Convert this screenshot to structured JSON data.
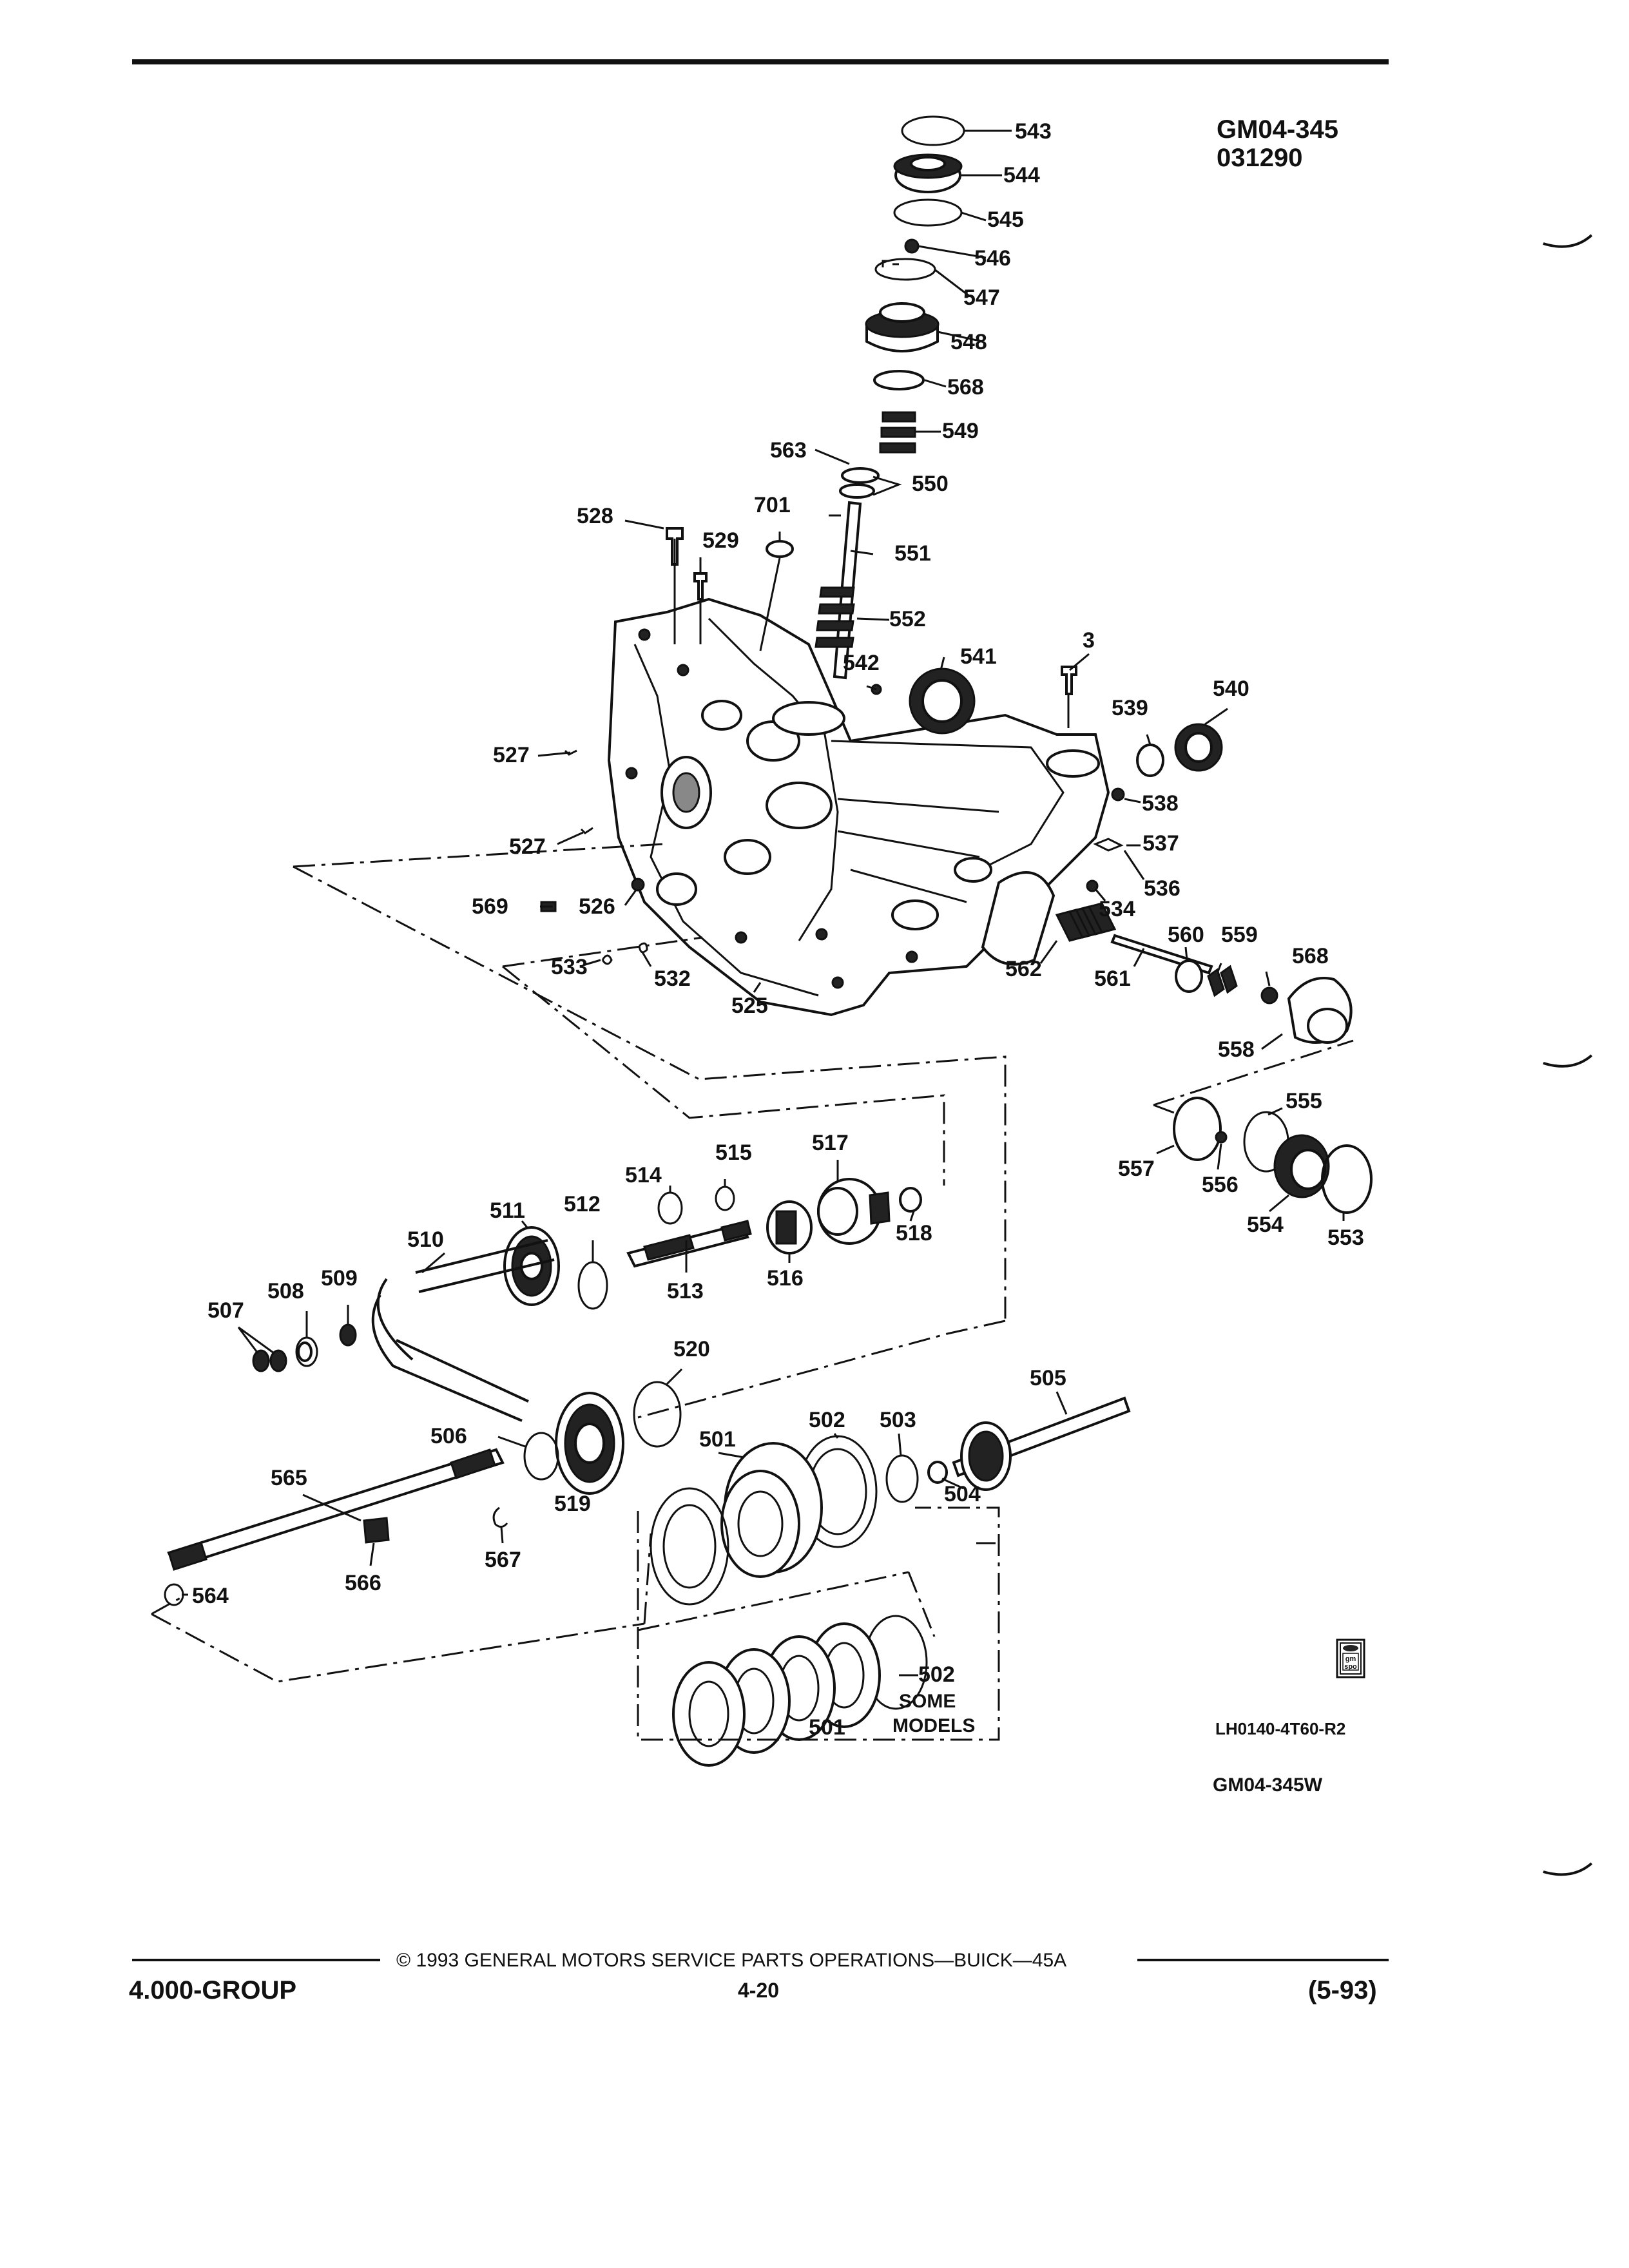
{
  "header": {
    "doc_id": "GM04-345",
    "doc_code": "031290"
  },
  "notes": {
    "some": "SOME",
    "models": "MODELS",
    "ref_code": "LH0140-4T60-R2",
    "image_id": "GM04-345W",
    "logo_text": "gm spo"
  },
  "footer": {
    "copyright": "© 1993 GENERAL MOTORS SERVICE PARTS OPERATIONS—BUICK—45A",
    "group": "4.000-GROUP",
    "page": "4-20",
    "date": "(5-93)"
  },
  "labels": [
    "543",
    "544",
    "545",
    "546",
    "547",
    "548",
    "568",
    "549",
    "563",
    "550",
    "701",
    "551",
    "552",
    "528",
    "529",
    "542",
    "541",
    "3",
    "539",
    "540",
    "538",
    "537",
    "536",
    "534",
    "527",
    "527",
    "569",
    "526",
    "533",
    "532",
    "525",
    "562",
    "561",
    "560",
    "559",
    "568",
    "558",
    "555",
    "557",
    "556",
    "554",
    "553",
    "514",
    "515",
    "517",
    "518",
    "511",
    "512",
    "510",
    "516",
    "513",
    "509",
    "508",
    "507",
    "520",
    "505",
    "506",
    "502",
    "503",
    "501",
    "504",
    "565",
    "519",
    "567",
    "566",
    "564",
    "502",
    "501"
  ]
}
